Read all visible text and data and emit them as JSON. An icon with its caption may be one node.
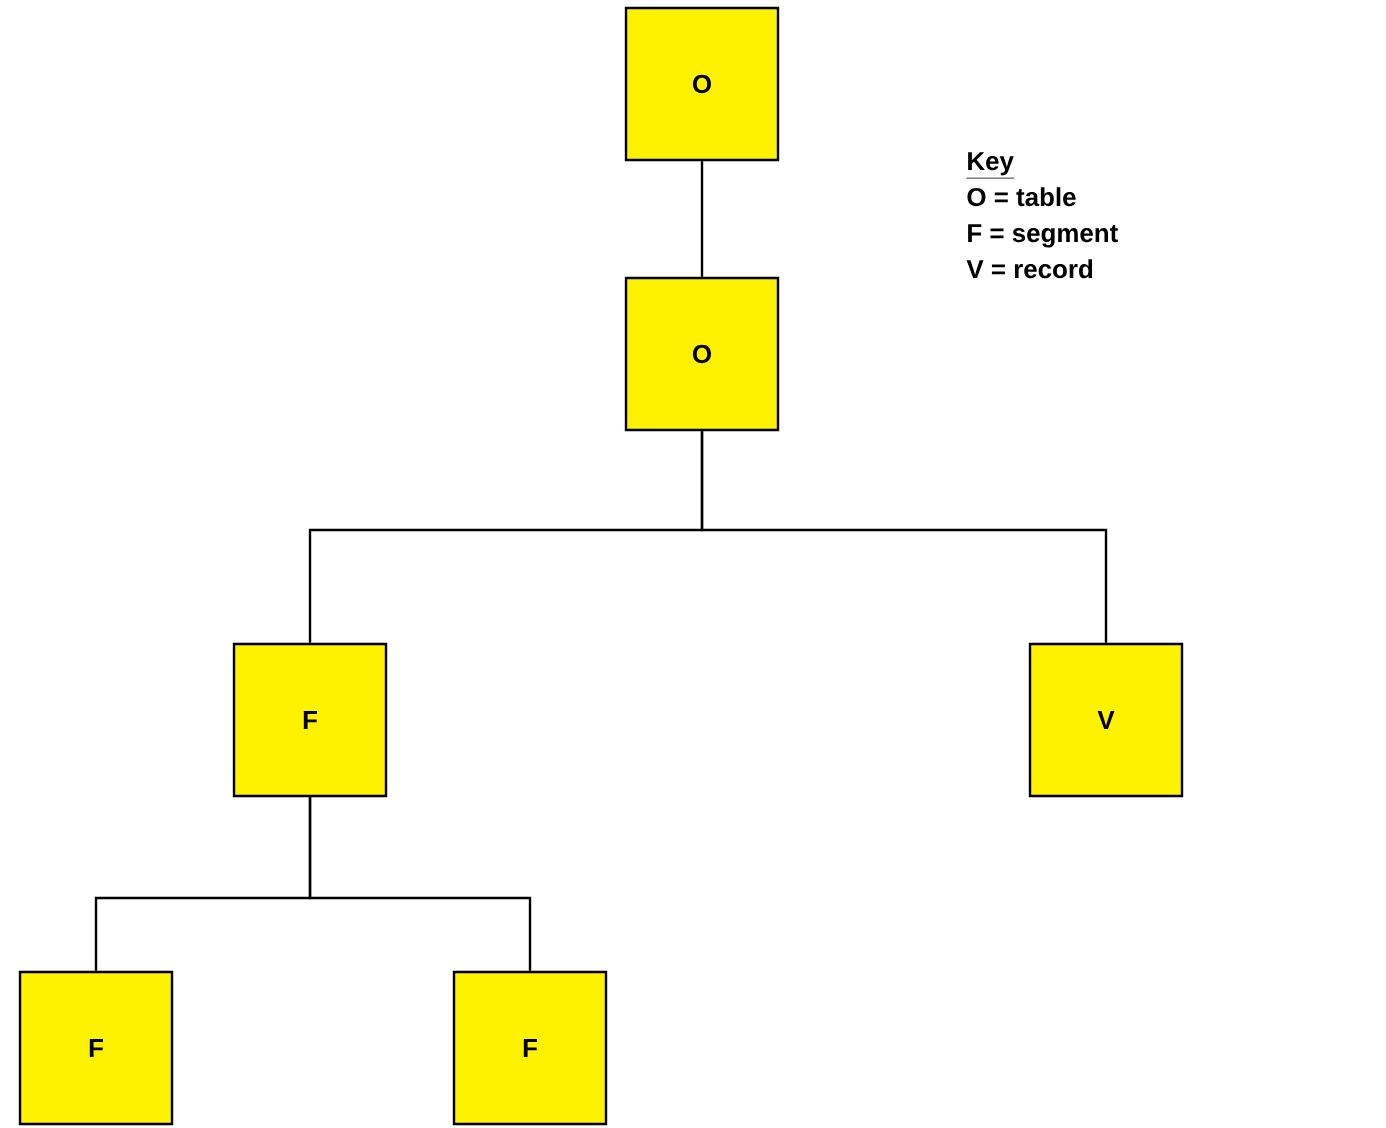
{
  "diagram": {
    "nodes": [
      {
        "text": [
          "O"
        ]
      },
      {
        "text": [
          "O"
        ]
      },
      {
        "text": [
          "F"
        ]
      },
      {
        "text": [
          "V"
        ]
      },
      {
        "text": [
          "F"
        ]
      },
      {
        "text": [
          "F"
        ]
      }
    ],
    "edges": [
      {
        "from": 0,
        "to": 1,
        "arrow": "none"
      },
      {
        "from": 1,
        "to": 2,
        "arrow": "none"
      },
      {
        "from": 1,
        "to": 3,
        "arrow": "none"
      },
      {
        "from": 2,
        "to": 4,
        "arrow": "none"
      },
      {
        "from": 2,
        "to": 5,
        "arrow": "none"
      }
    ],
    "labels": [
      "Key",
      "O = table",
      "F = segment",
      "V = record"
    ]
  }
}
